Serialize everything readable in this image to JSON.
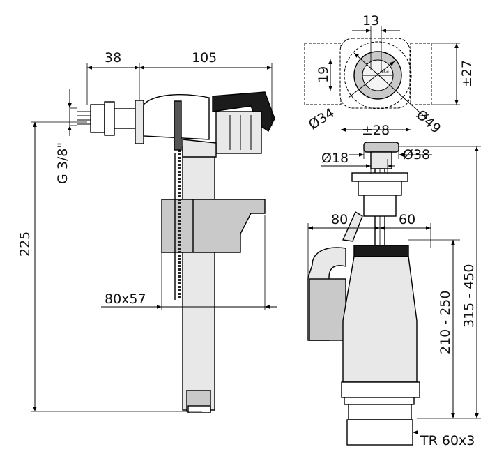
{
  "dimensions": {
    "fill_valve": {
      "d38": "38",
      "d105": "105",
      "thread": "G 3/8\"",
      "height": "225",
      "float": "80x57"
    },
    "flush_valve": {
      "d13": "13",
      "d19": "19",
      "pm27": "±27",
      "dia34": "Ø34",
      "dia49": "Ø49",
      "pm28": "±28",
      "dia18": "Ø18",
      "dia38": "Ø38",
      "d80": "80",
      "d60": "60",
      "range_210_250": "210 - 250",
      "range_315_450": "315 - 450",
      "thread": "TR 60x3"
    }
  },
  "brand_mark": "Alca"
}
